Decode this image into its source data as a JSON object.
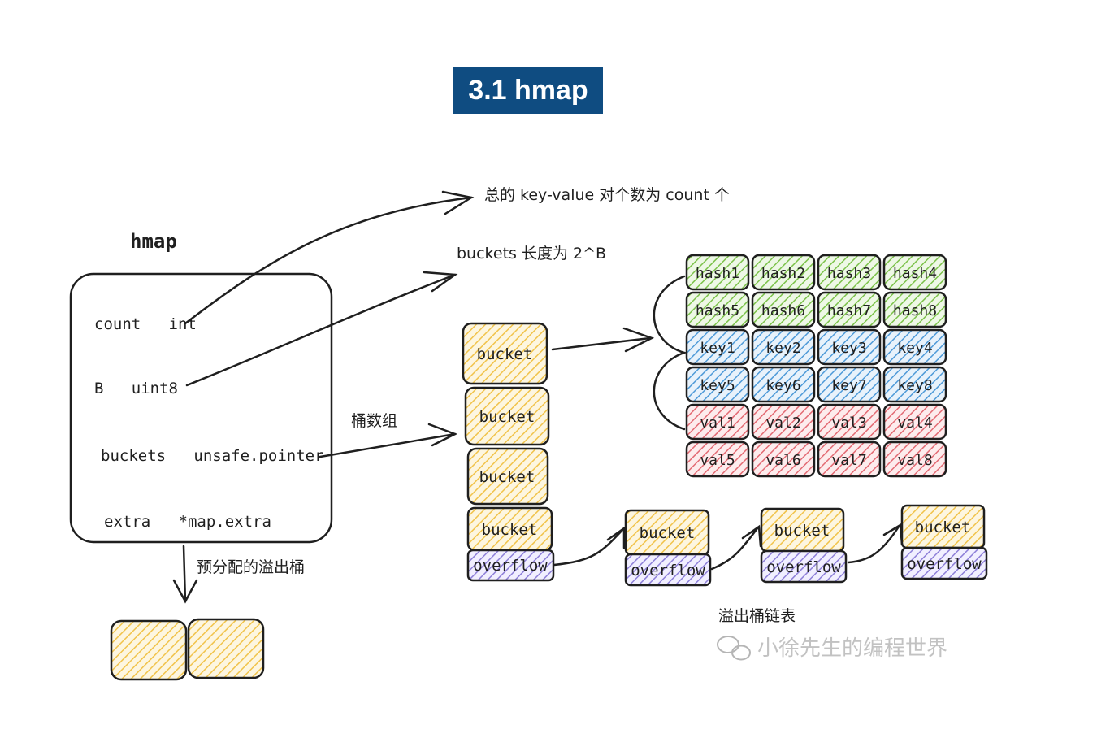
{
  "title": "3.1 hmap",
  "hmap": {
    "label": "hmap",
    "fields": [
      "count   int",
      "B   uint8",
      "buckets   unsafe.pointer",
      "extra   *map.extra"
    ]
  },
  "annotations": {
    "total_kv": "总的 key-value 对个数为 count 个",
    "buckets_len": "buckets 长度为 2^B",
    "bucket_array": "桶数组",
    "prealloc_overflow": "预分配的溢出桶",
    "overflow_chain": "溢出桶链表"
  },
  "bucket_column": [
    "bucket",
    "bucket",
    "bucket",
    "bucket"
  ],
  "overflow_label": "overflow",
  "grid": {
    "hash_row1": [
      "hash1",
      "hash2",
      "hash3",
      "hash4"
    ],
    "hash_row2": [
      "hash5",
      "hash6",
      "hash7",
      "hash8"
    ],
    "key_row1": [
      "key1",
      "key2",
      "key3",
      "key4"
    ],
    "key_row2": [
      "key5",
      "key6",
      "key7",
      "key8"
    ],
    "val_row1": [
      "val1",
      "val2",
      "val3",
      "val4"
    ],
    "val_row2": [
      "val5",
      "val6",
      "val7",
      "val8"
    ]
  },
  "chain": [
    {
      "bucket": "bucket",
      "overflow": "overflow"
    },
    {
      "bucket": "bucket",
      "overflow": "overflow"
    },
    {
      "bucket": "bucket",
      "overflow": "overflow"
    }
  ],
  "watermark": "小徐先生的编程世界",
  "colors": {
    "title_bg": "#0f4c81",
    "bucket_hatch": "#f1c34a",
    "overflow_hatch": "#8d7fd8",
    "hash_hatch": "#7cc24a",
    "key_hatch": "#4e9ad8",
    "val_hatch": "#e36a73"
  }
}
